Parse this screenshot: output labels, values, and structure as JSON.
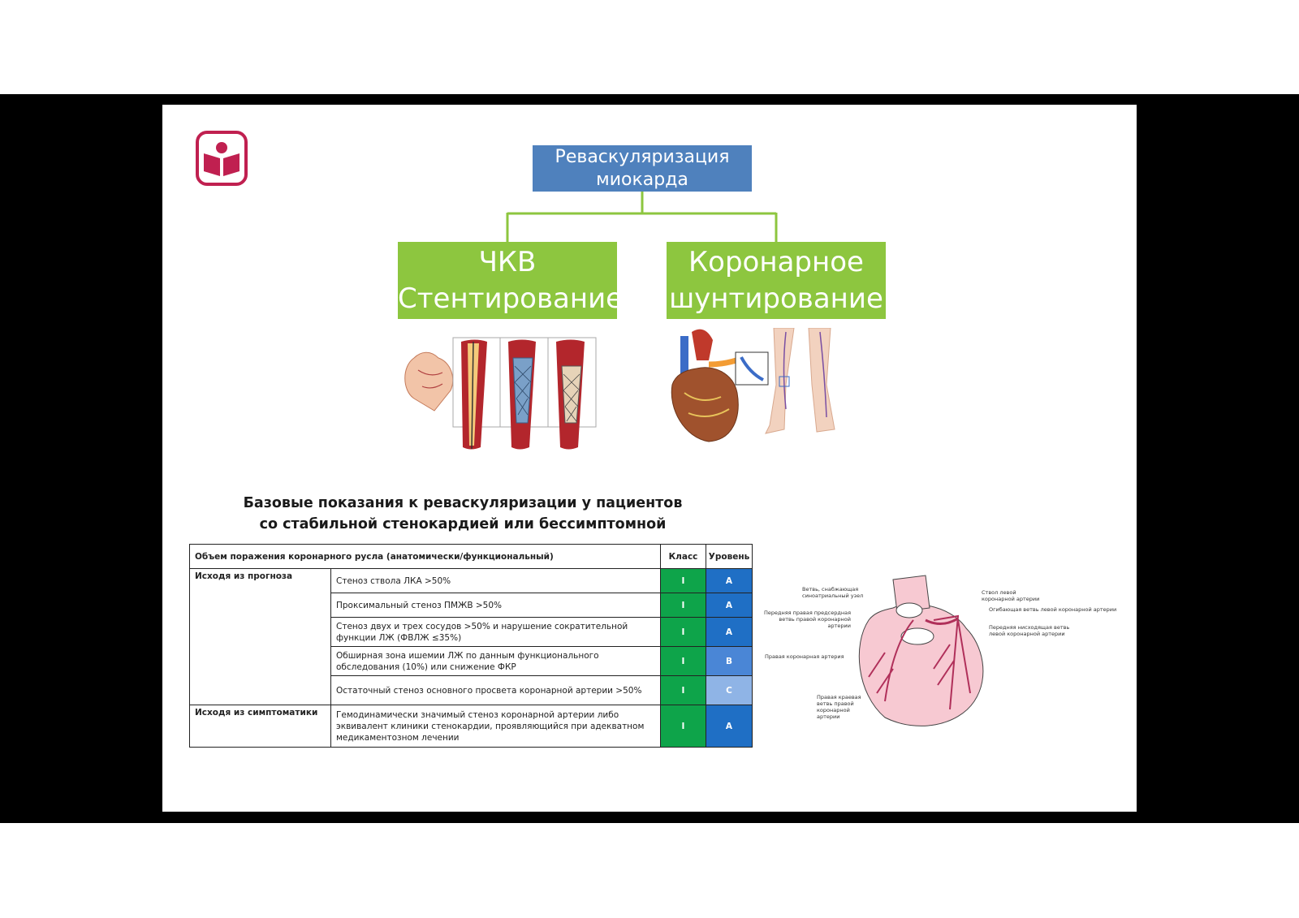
{
  "diagram": {
    "root": {
      "line1": "Реваскуляризация",
      "line2": "миокарда"
    },
    "left": {
      "line1": "ЧКВ",
      "line2": "Стентирование"
    },
    "right": {
      "line1": "Коронарное",
      "line2": "шунтирование"
    }
  },
  "colors": {
    "root": "#4f81bd",
    "child": "#8dc63f",
    "class_green": "#0ea44a",
    "level_blue": "#1f6fc5",
    "level_light": "#8fb4e6",
    "logo": "#c02050"
  },
  "indications": {
    "title_line1": "Базовые показания к реваскуляризации у пациентов",
    "title_line2": "со стабильной стенокардией или бессимптомной",
    "headers": {
      "scope": "Объем поражения коронарного русла (анатомически/функциональный)",
      "class": "Класс",
      "level": "Уровень"
    },
    "groups": [
      {
        "label": "Исходя из прогноза",
        "rows": [
          {
            "text": "Стеноз ствола ЛКА >50%",
            "class": "I",
            "level": "A"
          },
          {
            "text": "Проксимальный стеноз ПМЖВ >50%",
            "class": "I",
            "level": "A"
          },
          {
            "text": "Стеноз двух и трех сосудов >50% и нарушение сократительной функции ЛЖ (ФВЛЖ ≤35%)",
            "class": "I",
            "level": "A"
          },
          {
            "text": "Обширная зона ишемии ЛЖ по данным функционального обследования (10%) или снижение ФКР",
            "class": "I",
            "level": "B"
          },
          {
            "text": "Остаточный стеноз основного просвета коронарной артерии >50%",
            "class": "I",
            "level": "C"
          }
        ]
      },
      {
        "label": "Исходя из симптоматики",
        "rows": [
          {
            "text": "Гемодинамически значимый стеноз коронарной артерии либо эквивалент клиники стенокардии, проявляющийся при адекватном медикаментозном лечении",
            "class": "I",
            "level": "A"
          }
        ]
      }
    ]
  },
  "heart_labels": {
    "sinoatrial": "Ветвь, снабжающая синоатриальный узел",
    "anterior_right": "Передняя правая предсердная ветвь правой коронарной артерии",
    "right_coronary": "Правая коронарная артерия",
    "right_marginal": "Правая краевая ветвь правой коронарной артерии",
    "left_trunk": "Ствол левой коронарной артерии",
    "circumflex": "Огибающая ветвь левой коронарной артерии",
    "lad": "Передняя нисходящая ветвь левой коронарной артерии"
  }
}
